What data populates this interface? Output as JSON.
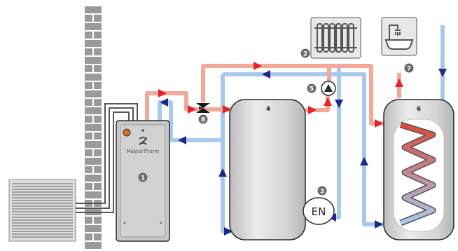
{
  "colors": {
    "hot_pipe": "#f2a99a",
    "cold_pipe": "#a9c9ec",
    "arrow_hot": "#e8202a",
    "arrow_cold": "#1d2a8a",
    "tank_body": "#d9d9d9",
    "tank_outline": "#2a2a2a",
    "brick": "#9a9a9a",
    "badge": "#6a6a6a"
  },
  "unit": {
    "brand": "MasterTherm",
    "number": "1"
  },
  "labels": {
    "radiator": "2",
    "expansion_vessel": "3",
    "buffer_tank": "4",
    "pump": "5",
    "dhw_tank": "6",
    "bath": "7",
    "valve": "8"
  },
  "expansion_vessel_text": "EN",
  "icons": [
    "heat-pump-outdoor-unit-icon",
    "brick-wall-icon",
    "radiator-icon",
    "bathtub-shower-icon",
    "circulation-pump-icon",
    "three-way-valve-icon",
    "expansion-vessel-icon",
    "heating-coil-icon"
  ]
}
